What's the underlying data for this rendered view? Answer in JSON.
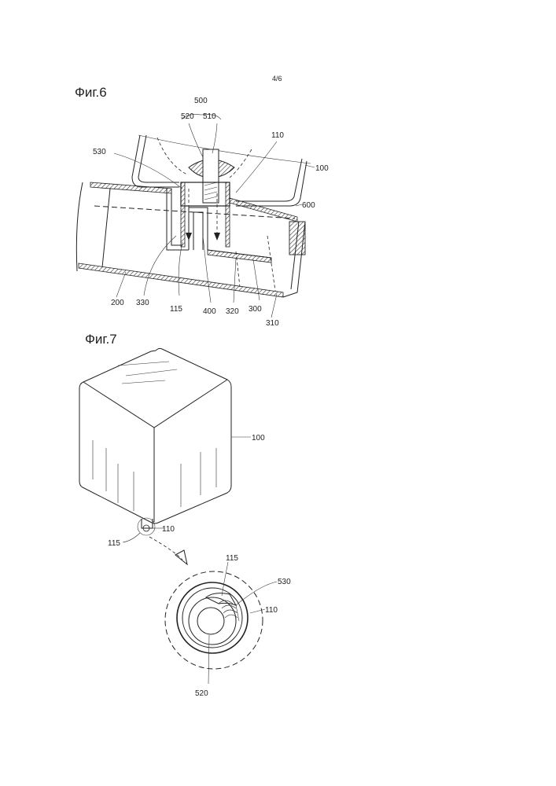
{
  "page_number": "4/6",
  "figure6": {
    "title": "Фиг.6",
    "labels": {
      "l500": "500",
      "l520": "520",
      "l510": "510",
      "l530": "530",
      "l110": "110",
      "l100": "100",
      "l600": "600",
      "l200": "200",
      "l330": "330",
      "l115": "115",
      "l400": "400",
      "l320": "320",
      "l300": "300",
      "l310": "310"
    }
  },
  "figure7": {
    "title": "Фиг.7",
    "labels": {
      "l100": "100",
      "l110": "110",
      "l115": "115",
      "l115b": "115",
      "l530": "530",
      "l110b": "110",
      "l520": "520"
    }
  }
}
